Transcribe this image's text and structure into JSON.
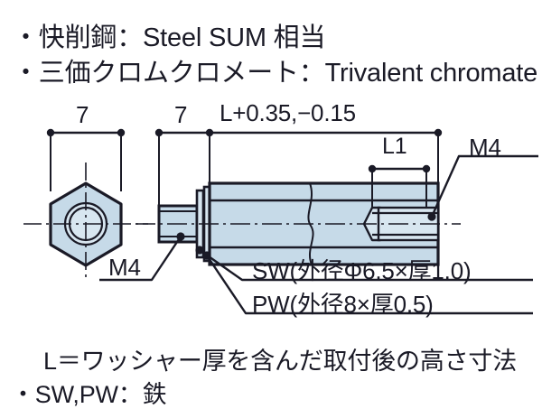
{
  "specs": {
    "line1": "・快削鋼：Steel SUM 相当",
    "line2": "・三価クロムクロメート：Trivalent chromate"
  },
  "notes": {
    "height_note": "L＝ワッシャー厚を含んだ取付後の高さ寸法",
    "washer_material": "・SW,PW：鉄"
  },
  "dimensions": {
    "hex_across_flats": "7",
    "stud_section": "7",
    "overall_length": "L+0.35,−0.15",
    "thread_depth": "L1"
  },
  "callouts": {
    "male_thread": "M4",
    "female_thread": "M4",
    "spring_washer": "SW(外径Φ6.5×厚1.0)",
    "plain_washer": "PW(外径8×厚0.5)"
  },
  "colors": {
    "metal_fill": "#c6dae8",
    "metal_fill_light": "#d8e6f0",
    "outline": "#1a1a26",
    "text": "#1a1a26",
    "background": "#ffffff"
  }
}
